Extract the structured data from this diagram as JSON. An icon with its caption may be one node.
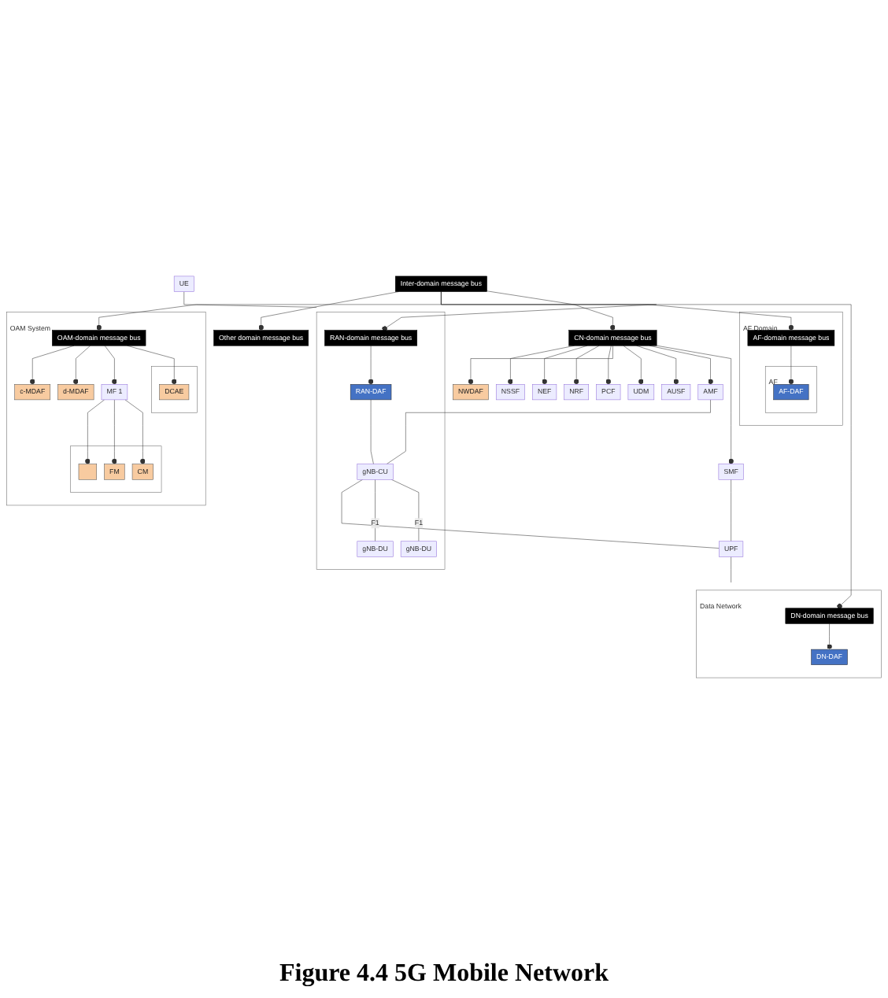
{
  "diagram": {
    "caption": "Figure 4.4 5G Mobile Network",
    "nodes": [
      {
        "text": [
          "OAM System"
        ]
      },
      {
        "text": [
          "c-MDAF"
        ],
        "in": 0
      },
      {
        "text": [
          "d-MDAF"
        ],
        "in": 0
      },
      {
        "text": [
          "OAM-domain message bus"
        ],
        "in": 0
      },
      {
        "text": [
          "MF 1"
        ],
        "in": 0
      },
      {
        "text": [],
        "shape": "box",
        "in": 0
      },
      {
        "text": [],
        "shape": "box",
        "in": 5
      },
      {
        "text": [
          "FM"
        ],
        "in": 5
      },
      {
        "text": [
          "CM"
        ],
        "in": 5
      },
      {
        "text": [],
        "shape": "box",
        "in": 0
      },
      {
        "text": [
          "DCAE"
        ],
        "in": 9
      },
      {
        "text": [
          "Inter-domain message bus"
        ]
      },
      {
        "text": [
          "Other domain message bus"
        ]
      },
      {
        "text": [
          "NWDAF"
        ]
      },
      {
        "text": [
          "NSSF"
        ]
      },
      {
        "text": [
          "NEF"
        ]
      },
      {
        "text": [
          "NRF"
        ]
      },
      {
        "text": [
          "PCF"
        ]
      },
      {
        "text": [
          "UDM"
        ]
      },
      {
        "text": [
          "CN-domain message bus"
        ]
      },
      {
        "text": [
          "AUSF"
        ]
      },
      {
        "text": [
          "AMF"
        ]
      },
      {
        "text": [
          "SMF"
        ]
      },
      {
        "text": [
          "AF Domain"
        ]
      },
      {
        "text": [
          "AF-domain message bus"
        ],
        "in": 23
      },
      {
        "text": [
          "AF"
        ],
        "in": 23
      },
      {
        "text": [
          "AF-DAF"
        ],
        "in": 25
      },
      {
        "text": [],
        "shape": "box"
      },
      {
        "text": [
          "RAN-domain message bus"
        ],
        "in": 27
      },
      {
        "text": [
          "RAN-DAF"
        ],
        "in": 27
      },
      {
        "text": [
          "gNB-CU"
        ],
        "in": 27
      },
      {
        "text": [
          "gNB-DU"
        ],
        "in": 27
      },
      {
        "text": [
          "gNB-DU"
        ],
        "in": 27
      },
      {
        "text": [
          "UE"
        ]
      },
      {
        "text": [
          "UPF"
        ]
      },
      {
        "text": [
          "Data Network"
        ]
      },
      {
        "text": [
          "DN-domain message bus"
        ],
        "in": 35
      },
      {
        "text": [
          "DN-DAF"
        ],
        "in": 35
      }
    ],
    "edges": [
      {
        "from": 3,
        "to": 1,
        "arrow": "other"
      },
      {
        "from": 3,
        "to": 2,
        "arrow": "other"
      },
      {
        "from": 3,
        "to": 4,
        "arrow": "other"
      },
      {
        "from": 4,
        "to": 6,
        "arrow": "other"
      },
      {
        "from": 4,
        "to": 7,
        "arrow": "other"
      },
      {
        "from": 4,
        "to": 8,
        "arrow": "other"
      },
      {
        "from": 3,
        "to": 10,
        "arrow": "other"
      },
      {
        "from": 11,
        "to": 3,
        "arrow": "other"
      },
      {
        "from": 11,
        "to": 12,
        "arrow": "other"
      },
      {
        "from": 11,
        "to": 19,
        "arrow": "other"
      },
      {
        "from": 11,
        "to": 24,
        "arrow": "other"
      },
      {
        "from": 11,
        "to": 28,
        "arrow": "other"
      },
      {
        "from": 11,
        "to": 36,
        "arrow": "other"
      },
      {
        "from": 19,
        "to": 13,
        "arrow": "other"
      },
      {
        "from": 19,
        "to": 14,
        "arrow": "other"
      },
      {
        "from": 19,
        "to": 15,
        "arrow": "other"
      },
      {
        "from": 19,
        "to": 16,
        "arrow": "other"
      },
      {
        "from": 19,
        "to": 17,
        "arrow": "other"
      },
      {
        "from": 19,
        "to": 18,
        "arrow": "other"
      },
      {
        "from": 19,
        "to": 20,
        "arrow": "other"
      },
      {
        "from": 19,
        "to": 21,
        "arrow": "other"
      },
      {
        "from": 19,
        "to": 22,
        "arrow": "other"
      },
      {
        "from": 24,
        "to": 26,
        "arrow": "other"
      },
      {
        "from": 28,
        "to": 29,
        "arrow": "other"
      },
      {
        "from": 36,
        "to": 37,
        "arrow": "other"
      },
      {
        "from": 29,
        "to": 30,
        "arrow": "none"
      },
      {
        "from": 21,
        "to": 30,
        "arrow": "none"
      },
      {
        "from": 22,
        "to": 34,
        "arrow": "none"
      },
      {
        "from": 30,
        "to": 34,
        "arrow": "none"
      },
      {
        "from": 34,
        "to": 35,
        "arrow": "none"
      },
      {
        "from": 33,
        "to": 27,
        "arrow": "none"
      },
      {
        "from": 30,
        "to": 31,
        "arrow": "none",
        "label": "F1"
      },
      {
        "from": 30,
        "to": 32,
        "arrow": "none",
        "label": "F1"
      }
    ]
  }
}
